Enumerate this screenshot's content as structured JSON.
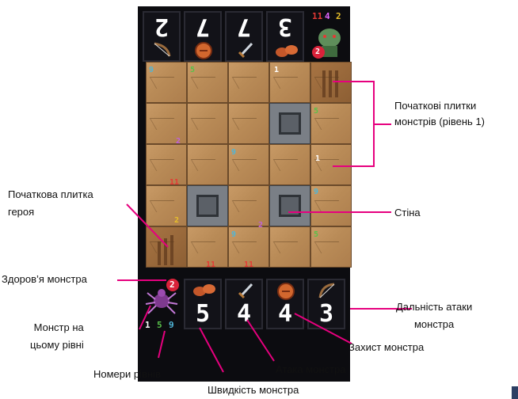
{
  "top_stats": [
    {
      "value": "2",
      "icon": "bow-icon"
    },
    {
      "value": "7",
      "icon": "shield-icon"
    },
    {
      "value": "7",
      "icon": "sword-icon"
    },
    {
      "value": "3",
      "icon": "boots-icon"
    }
  ],
  "bottom_stats": {
    "health": "2",
    "speed": "5",
    "attack": "4",
    "defense": "4",
    "range": "3",
    "levels": [
      "1",
      "5",
      "9"
    ]
  },
  "top_levels": [
    "11",
    "4",
    "2"
  ],
  "top_health": "2",
  "tile_markers": {
    "n9a": "9",
    "n5a": "5",
    "n1a": "1",
    "n5b": "5",
    "n2a": "2",
    "n9b": "9",
    "n11a": "11",
    "n1b": "1",
    "n9c": "9",
    "n2b": "2",
    "n2c": "2",
    "n9d": "9",
    "n11b": "11",
    "n11c": "11",
    "n5c": "5"
  },
  "annotations": {
    "monster_start_tiles": "Початкові плитки\nмонстрів (рівень 1)",
    "hero_start_tile": "Початкова плитка\nгероя",
    "wall": "Стіна",
    "monster_health": "Здоров’я монстра",
    "monster_on_level": "Монстр на\nцьому рівні",
    "level_numbers": "Номери рівнів",
    "monster_speed": "Швидкість монстра",
    "monster_attack": "Атака монстра",
    "monster_defense": "Захист монстра",
    "monster_range": "Дальність атаки\nмонстра"
  },
  "colors": {
    "card": "#0c0c10",
    "tile": "#b98b57",
    "wall": "#7a7f86",
    "leader_line": "#e6007e",
    "level1": "#ffffff",
    "level5": "#58c04a",
    "level9": "#4fb6d8",
    "level11": "#e53935"
  }
}
